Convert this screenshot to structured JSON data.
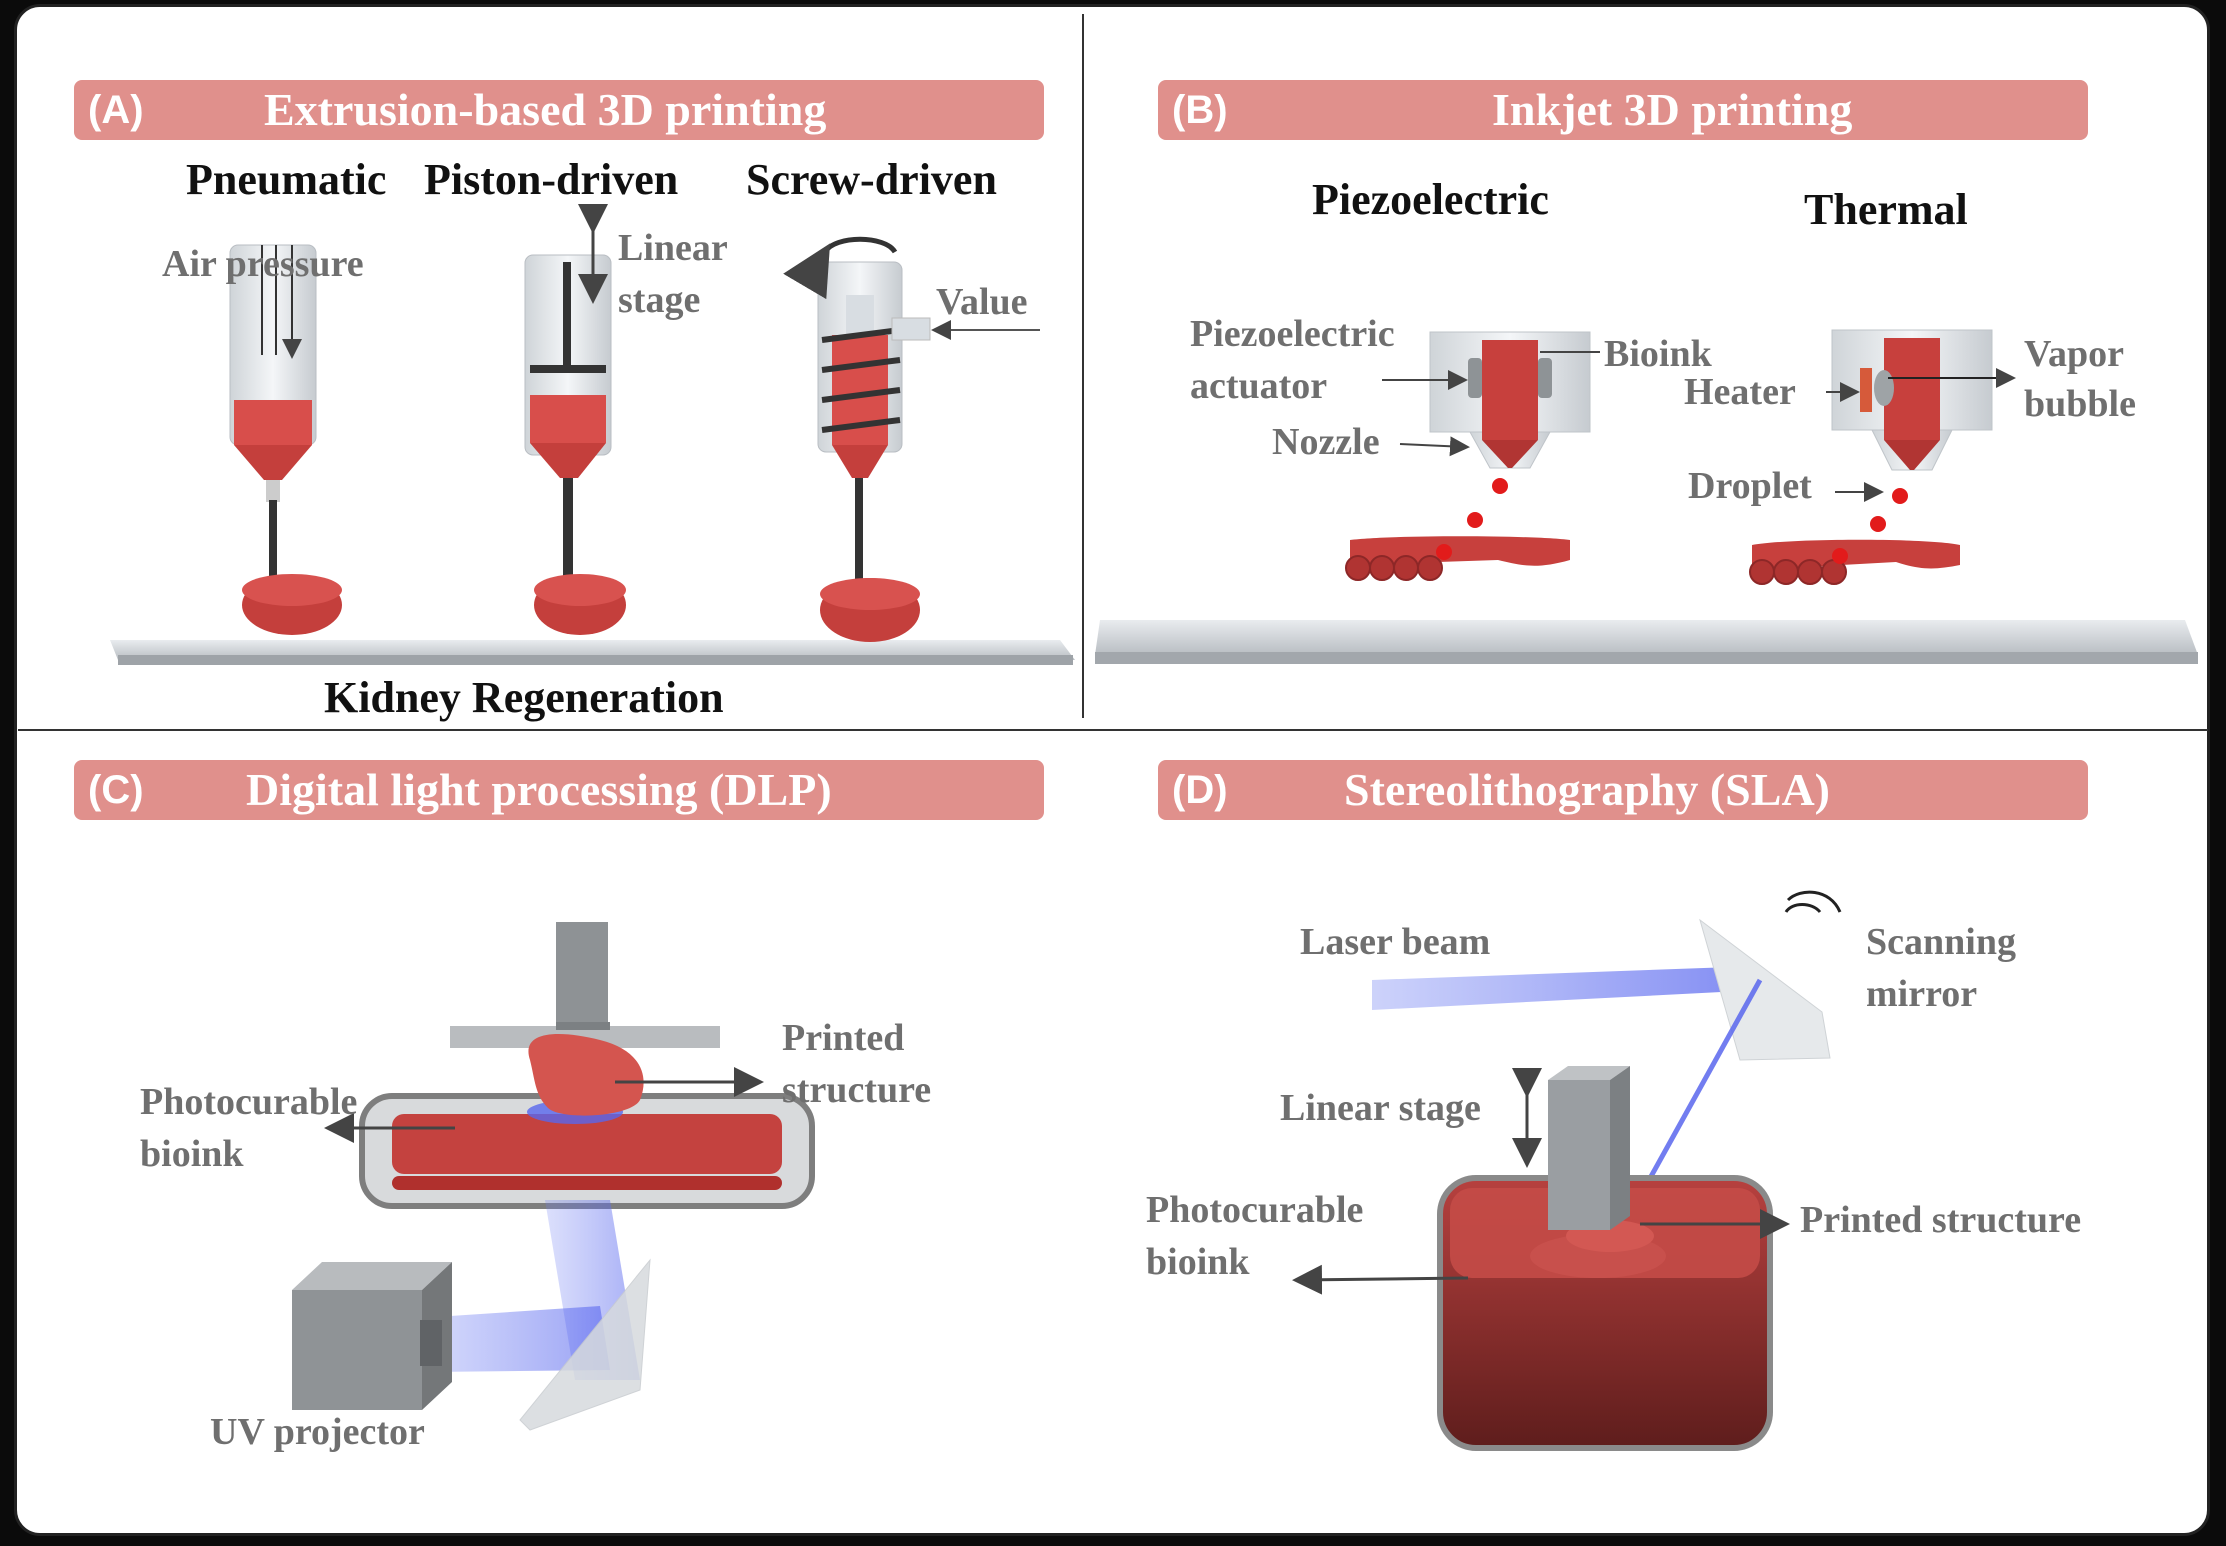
{
  "colors": {
    "banner": "#e0908c",
    "bioink": "#c9403f",
    "laser": "#6f7ff2",
    "label": "#6f6f6f"
  },
  "panels": {
    "a": {
      "letter": "(A)",
      "title": "Extrusion-based 3D printing",
      "methods": [
        "Pneumatic",
        "Piston-driven",
        "Screw-driven"
      ],
      "air_pressure": "Air pressure",
      "linear": "Linear",
      "stage": "stage",
      "value": "Value",
      "caption": "Kidney Regeneration"
    },
    "b": {
      "letter": "(B)",
      "title": "Inkjet 3D printing",
      "methods": [
        "Piezoelectric",
        "Thermal"
      ],
      "piezo_line1": "Piezoelectric",
      "piezo_line2": "actuator",
      "bioink": "Bioink",
      "nozzle": "Nozzle",
      "heater": "Heater",
      "vapor_line1": "Vapor",
      "vapor_line2": "bubble",
      "droplet": "Droplet"
    },
    "c": {
      "letter": "(C)",
      "title": "Digital light processing  (DLP)",
      "printed_line1": "Printed",
      "printed_line2": "structure",
      "photo_line1": "Photocurable",
      "photo_line2": "bioink",
      "uv": "UV  projector"
    },
    "d": {
      "letter": "(D)",
      "title": "Stereolithography (SLA)",
      "laser": "Laser beam",
      "scan_line1": "Scanning",
      "scan_line2": "mirror",
      "linear_stage": "Linear stage",
      "photo_line1": "Photocurable",
      "photo_line2": "bioink",
      "printed": "Printed structure"
    }
  }
}
